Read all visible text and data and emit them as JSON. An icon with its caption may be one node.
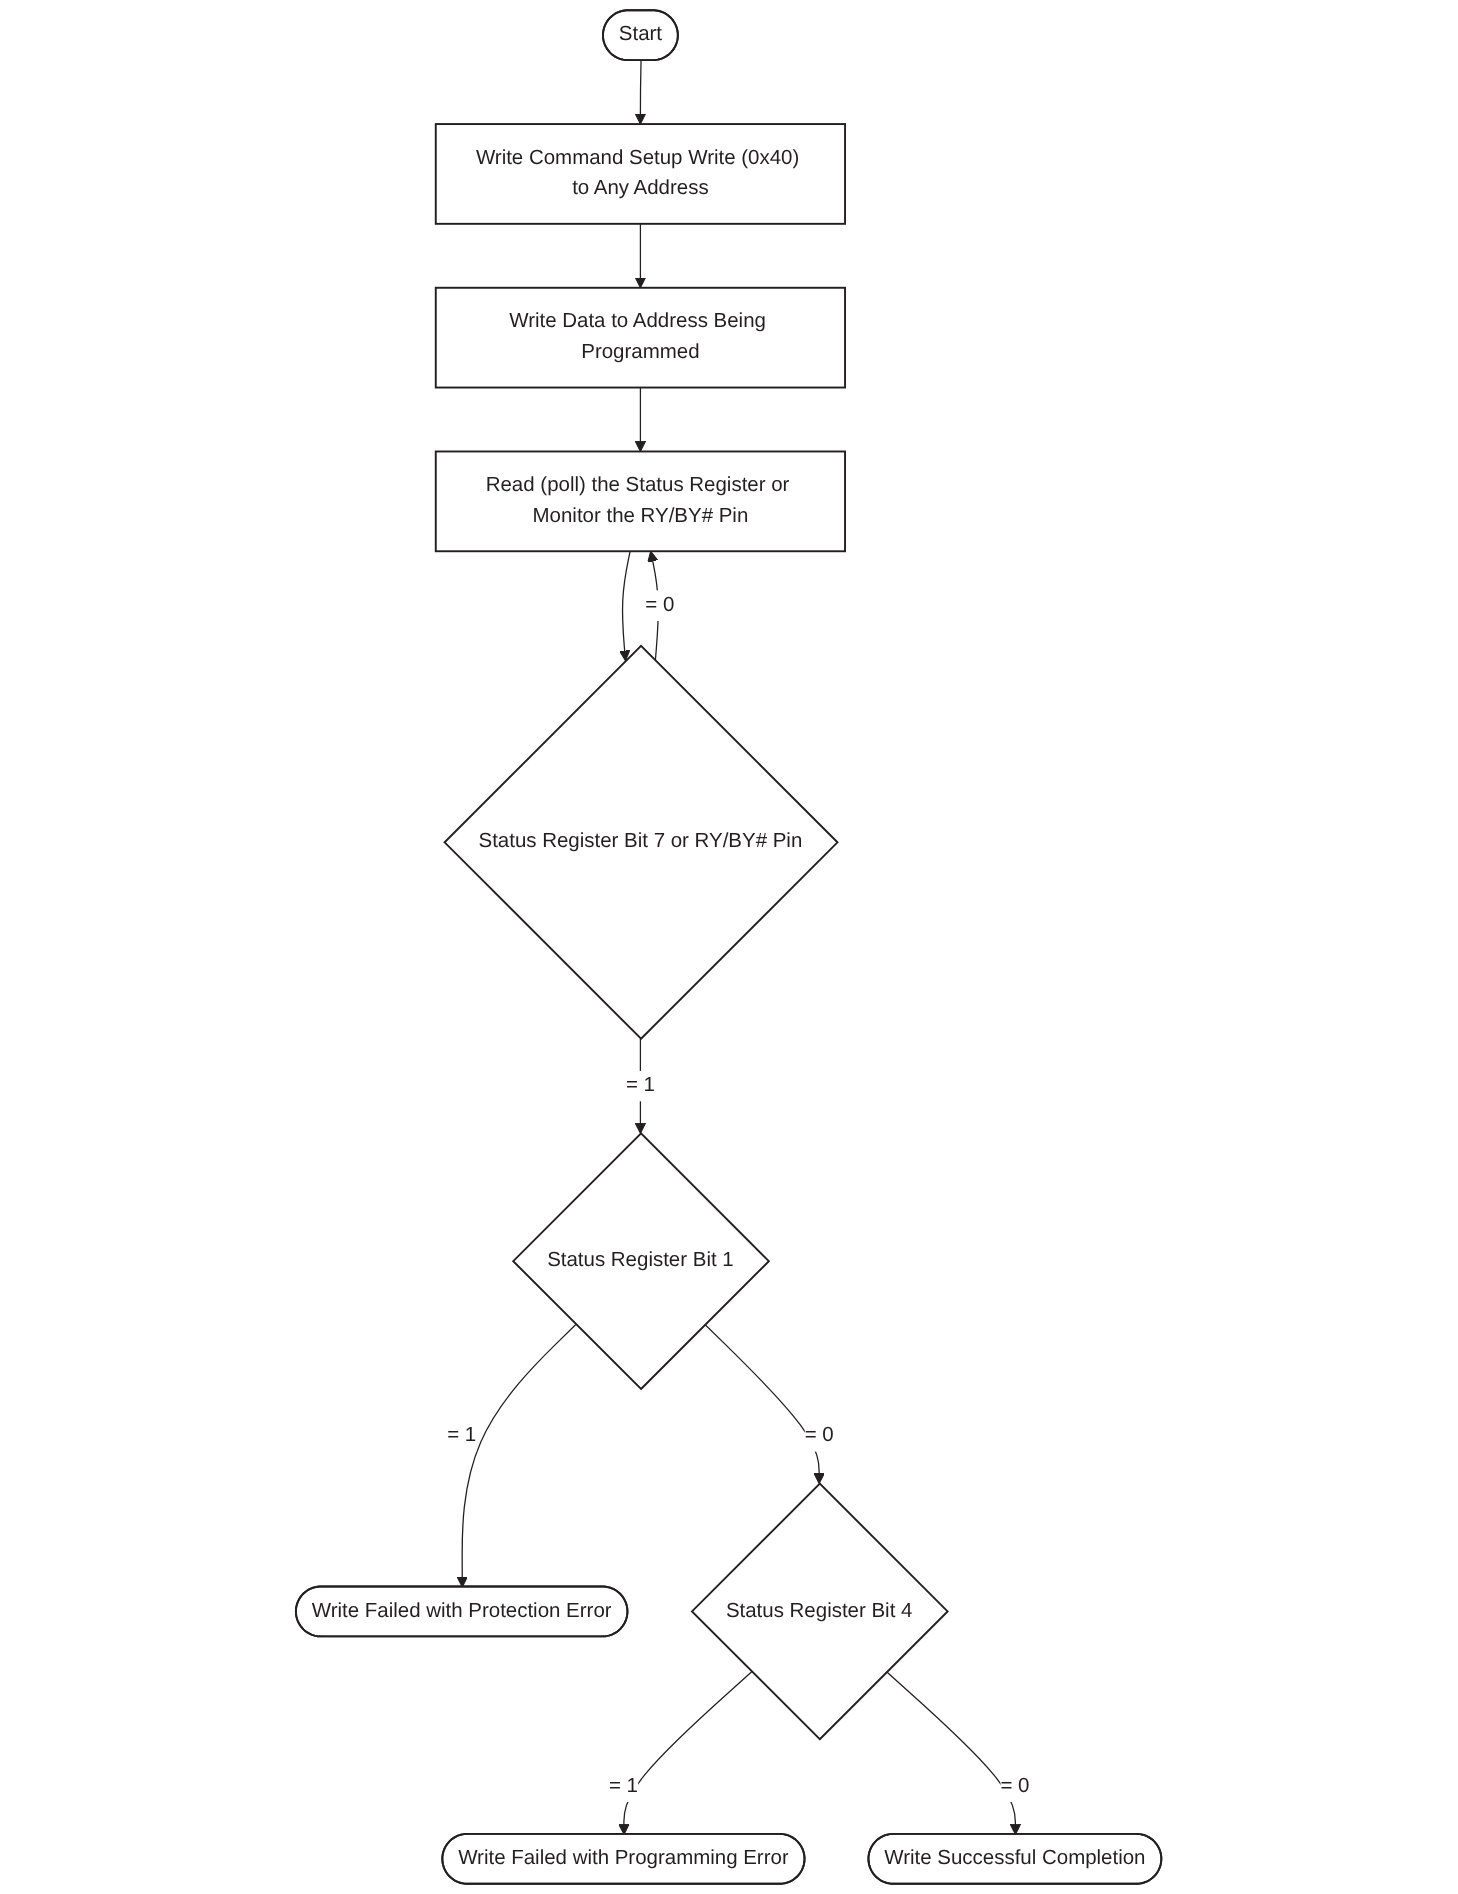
{
  "diagram": {
    "nodes": [
      {
        "text": [
          "Start"
        ]
      },
      {
        "text": [
          "Write Command Setup Write (0x40) to Any Address"
        ]
      },
      {
        "text": [
          "Write Data to Address Being Programmed"
        ]
      },
      {
        "text": [
          "Read (poll) the Status Register or Monitor the RY/BY# Pin"
        ]
      },
      {
        "text": [
          "Status Register Bit 7 or RY/BY# Pin"
        ]
      },
      {
        "text": [
          "Status Register Bit 1"
        ]
      },
      {
        "text": [
          "Write Failed with Protection Error"
        ]
      },
      {
        "text": [
          "Status Register Bit 4"
        ]
      },
      {
        "text": [
          "Write Failed with Programming Error"
        ]
      },
      {
        "text": [
          "Write Successful Completion"
        ]
      }
    ],
    "edges": [
      {
        "from": 0,
        "to": 1,
        "arrow": "to"
      },
      {
        "from": 1,
        "to": 2,
        "arrow": "to"
      },
      {
        "from": 2,
        "to": 3,
        "arrow": "to"
      },
      {
        "from": 3,
        "to": 4,
        "arrow": "to"
      },
      {
        "from": 4,
        "to": 3,
        "arrow": "to",
        "label": "= 0"
      },
      {
        "from": 4,
        "to": 5,
        "arrow": "to",
        "label": "= 1"
      },
      {
        "from": 5,
        "to": 6,
        "arrow": "to",
        "label": "= 1"
      },
      {
        "from": 5,
        "to": 7,
        "arrow": "to",
        "label": "= 0"
      },
      {
        "from": 7,
        "to": 8,
        "arrow": "to",
        "label": "= 1"
      },
      {
        "from": 7,
        "to": 9,
        "arrow": "to",
        "label": "= 0"
      }
    ]
  }
}
